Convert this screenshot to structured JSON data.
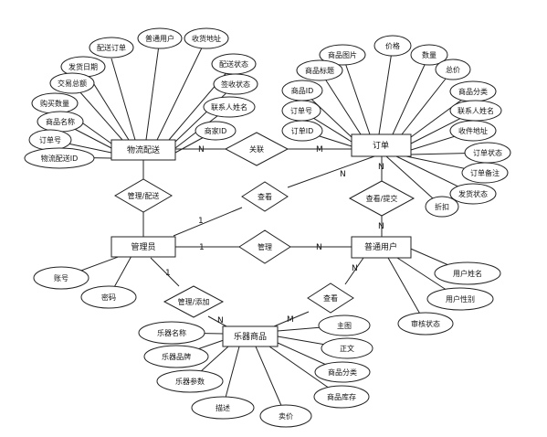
{
  "entities": {
    "delivery": "物流配送",
    "order": "订单",
    "admin": "管理员",
    "user": "普通用户",
    "product": "乐器商品"
  },
  "relationships": {
    "associate": "关联",
    "manage_delivery": "管理/配送",
    "view": "查看",
    "view_submit": "查看/提交",
    "manage": "管理",
    "manage_add": "管理/添加",
    "view2": "查看"
  },
  "cardinalities": [
    "N",
    "M",
    "N",
    "1",
    "N",
    "N",
    "1",
    "N",
    "1",
    "N",
    "N",
    "M"
  ],
  "attributes": {
    "delivery": [
      "配送订单",
      "发货日期",
      "交易总额",
      "购买数量",
      "商品名称",
      "订单号",
      "物流配送ID",
      "普通用户",
      "收货地址",
      "配送状态",
      "签收状态",
      "联系人姓名",
      "商家ID"
    ],
    "order": [
      "商品图片",
      "价格",
      "数量",
      "商品标题",
      "商品ID",
      "订单号",
      "订单ID",
      "总价",
      "商品分类",
      "联系人姓名",
      "收件地址",
      "订单状态",
      "订单备注",
      "发货状态",
      "折扣"
    ],
    "admin": [
      "账号",
      "密码"
    ],
    "user": [
      "用户姓名",
      "用户性别",
      "审核状态"
    ],
    "product": [
      "乐器名称",
      "乐器品牌",
      "乐器参数",
      "描述",
      "主图",
      "正文",
      "商品分类",
      "商品库存",
      "卖价"
    ]
  }
}
